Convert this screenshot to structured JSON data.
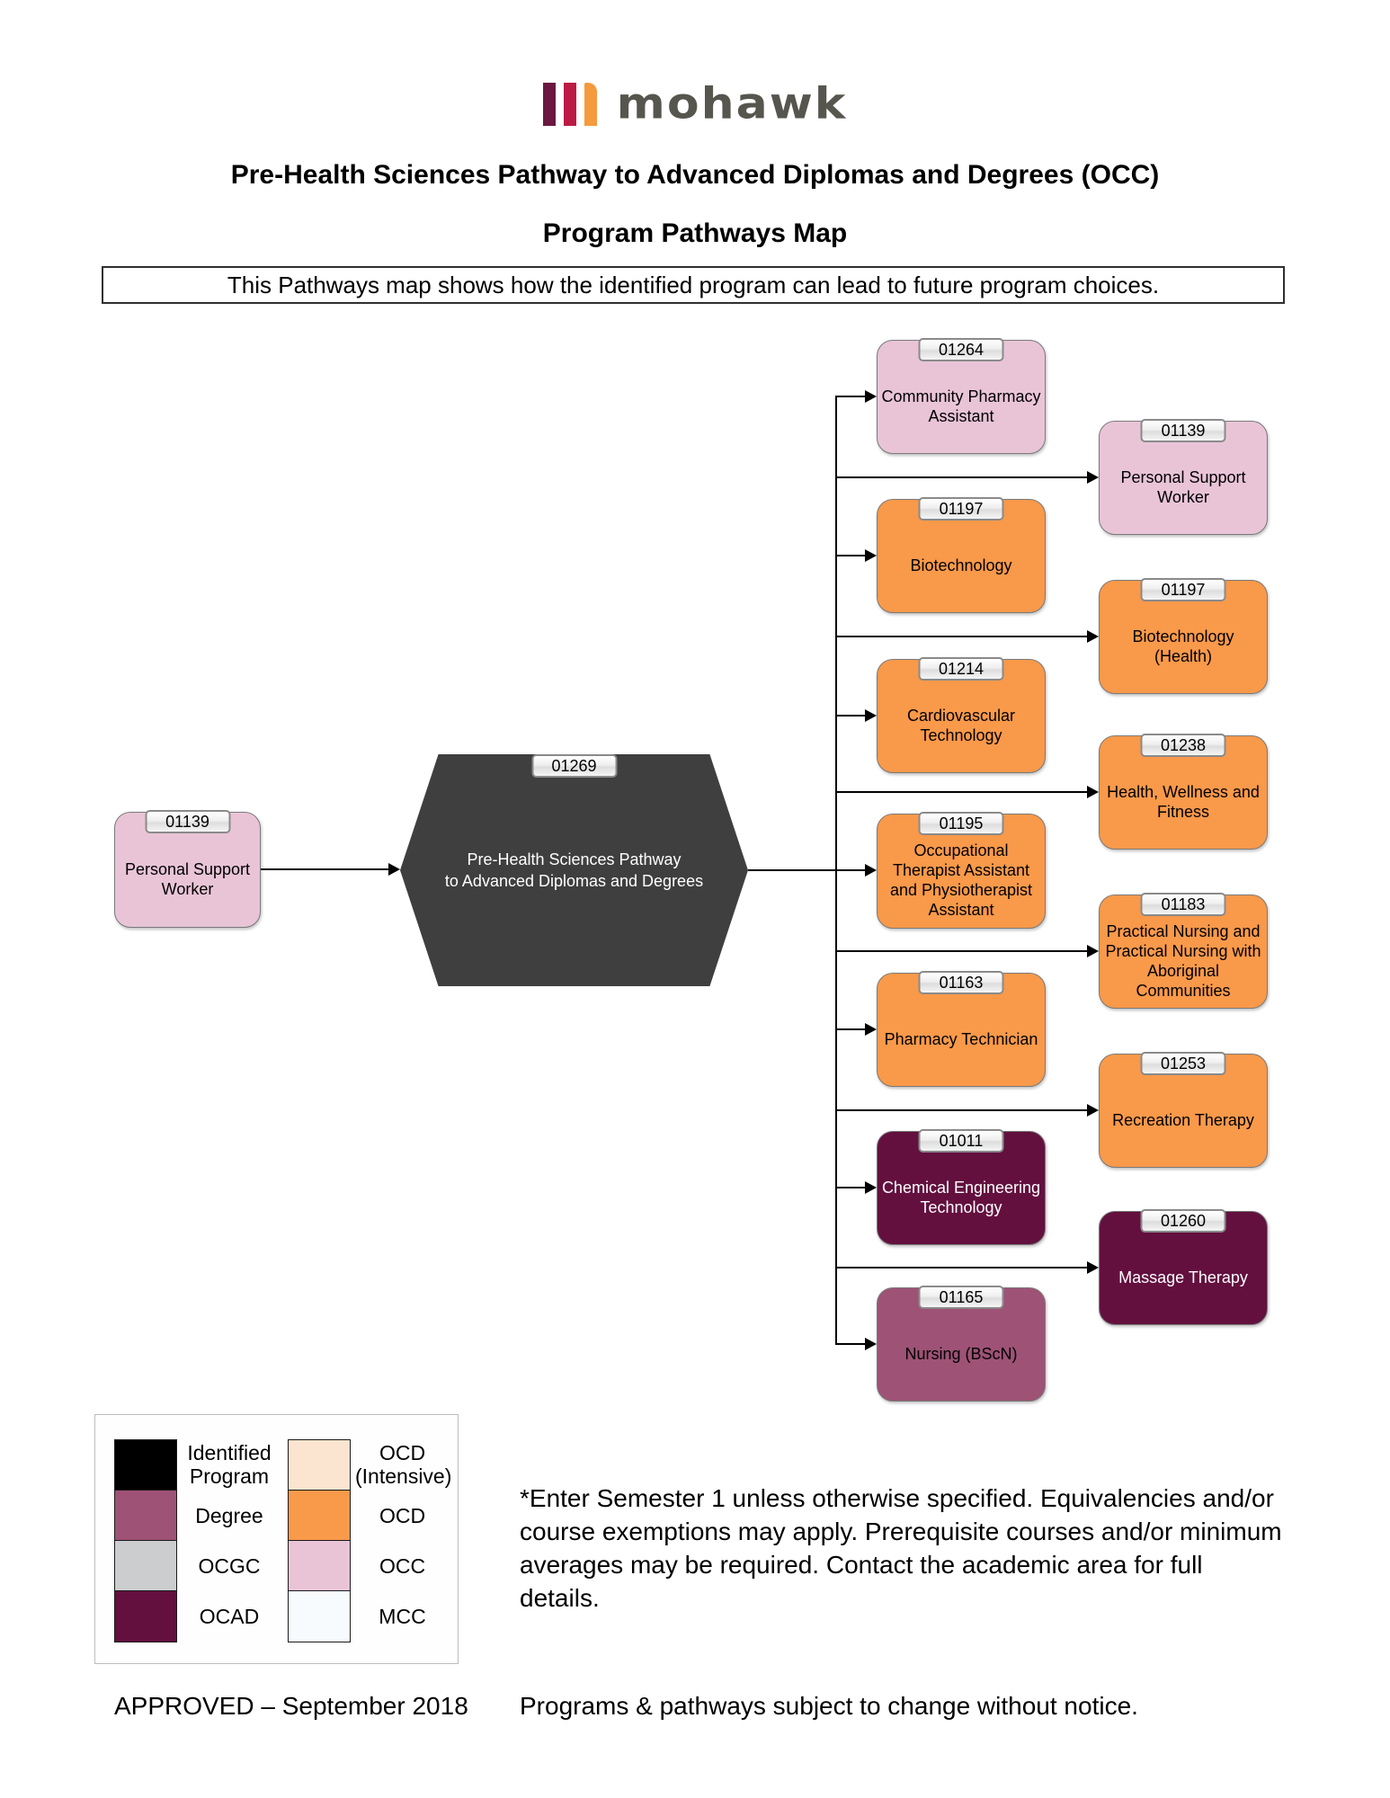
{
  "page": {
    "title": "Pre-Health Sciences Pathway to Advanced Diplomas and Degrees (OCC)",
    "subtitle": "Program Pathways Map",
    "banner": "This Pathways map shows how the identified program can lead to future program choices.",
    "footnote": "*Enter Semester 1 unless otherwise specified. Equivalencies and/or course exemptions may apply. Prerequisite courses and/or minimum averages may be required. Contact the academic area for full details.",
    "approved": "APPROVED – September 2018",
    "disclaimer": "Programs & pathways subject to change without notice."
  },
  "logo": {
    "text": "mohawk",
    "bar_colors": [
      "#6b1740",
      "#bb1b44",
      "#f59a3d"
    ],
    "text_color": "#57564e"
  },
  "colors": {
    "identified": "#000000",
    "hub_fill": "#3f3f3f",
    "degree": "#9e5276",
    "ocgc": "#cbcdce",
    "ocad": "#63103f",
    "ocd_intensive": "#fbe5d0",
    "ocd": "#f9994a",
    "occ": "#e9c4d7",
    "mcc": "#f8fbfe"
  },
  "source": {
    "code": "01139",
    "label": "Personal Support Worker",
    "type": "OCC"
  },
  "hub": {
    "code": "01269",
    "line1": "Pre-Health Sciences Pathway",
    "line2": "to Advanced Diplomas and Degrees",
    "type": "Identified Program"
  },
  "column1": [
    {
      "code": "01264",
      "label": "Community Pharmacy Assistant",
      "type": "OCC"
    },
    {
      "code": "01197",
      "label": "Biotechnology",
      "type": "OCD"
    },
    {
      "code": "01214",
      "label": "Cardiovascular Technology",
      "type": "OCD"
    },
    {
      "code": "01195",
      "label": "Occupational Therapist Assistant and Physiotherapist Assistant",
      "type": "OCD"
    },
    {
      "code": "01163",
      "label": "Pharmacy Technician",
      "type": "OCD"
    },
    {
      "code": "01011",
      "label": "Chemical Engineering Technology",
      "type": "OCAD"
    },
    {
      "code": "01165",
      "label": "Nursing (BScN)",
      "type": "Degree"
    }
  ],
  "column2": [
    {
      "code": "01139",
      "label": "Personal Support Worker",
      "type": "OCC"
    },
    {
      "code": "01197",
      "label": "Biotechnology (Health)",
      "type": "OCD"
    },
    {
      "code": "01238",
      "label": "Health, Wellness and Fitness",
      "type": "OCD"
    },
    {
      "code": "01183",
      "label": "Practical Nursing and Practical Nursing with Aboriginal Communities",
      "type": "OCD"
    },
    {
      "code": "01253",
      "label": "Recreation Therapy",
      "type": "OCD"
    },
    {
      "code": "01260",
      "label": "Massage Therapy",
      "type": "OCAD"
    }
  ],
  "legend": {
    "left": [
      {
        "label": "Identified Program"
      },
      {
        "label": "Degree"
      },
      {
        "label": "OCGC"
      },
      {
        "label": "OCAD"
      }
    ],
    "right": [
      {
        "label": "OCD (Intensive)"
      },
      {
        "label": "OCD"
      },
      {
        "label": "OCC"
      },
      {
        "label": "MCC"
      }
    ]
  }
}
